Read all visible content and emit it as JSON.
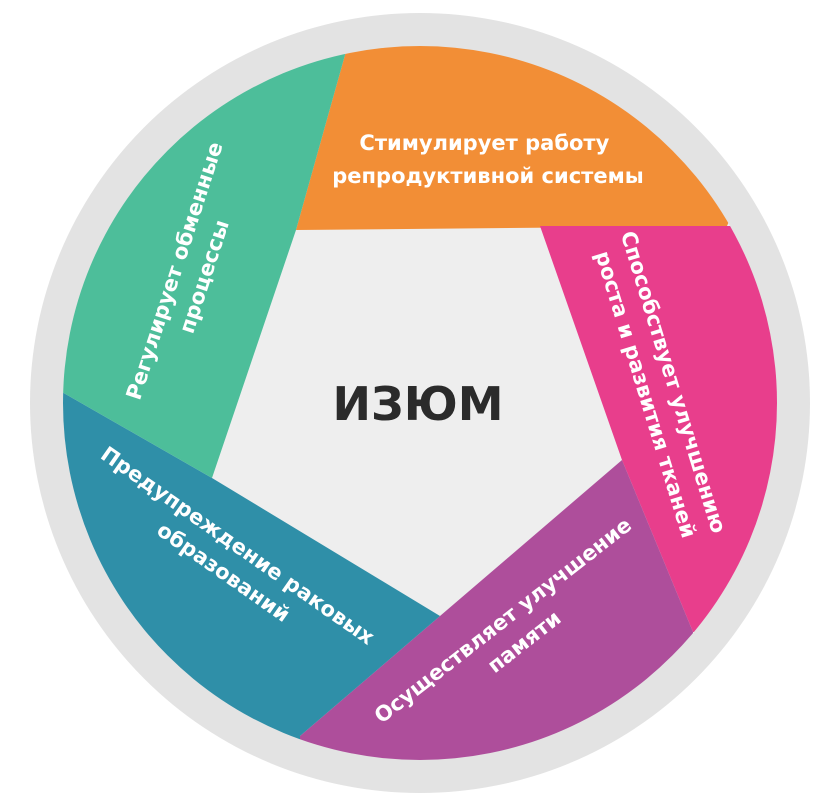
{
  "center": {
    "label": "ИЗЮМ"
  },
  "segments": [
    {
      "id": "orange",
      "color": "#F28E36",
      "lines": [
        "Стимулирует работу",
        "репродуктивной системы"
      ]
    },
    {
      "id": "pink",
      "color": "#E83E8C",
      "lines": [
        "Способствует улучшению",
        "роста и развития тканей"
      ]
    },
    {
      "id": "purple",
      "color": "#AE4E9B",
      "lines": [
        "Осуществляет улучшение",
        "памяти"
      ]
    },
    {
      "id": "teal",
      "color": "#2F8FA8",
      "lines": [
        "Предупреждение раковых",
        "образований"
      ]
    },
    {
      "id": "green",
      "color": "#4DBE9A",
      "lines": [
        "Регулирует обменные",
        "процессы"
      ]
    }
  ],
  "colors": {
    "ring": "#E3E3E3",
    "center_fill": "#EEEEEE",
    "center_text": "#2B2B2B"
  }
}
